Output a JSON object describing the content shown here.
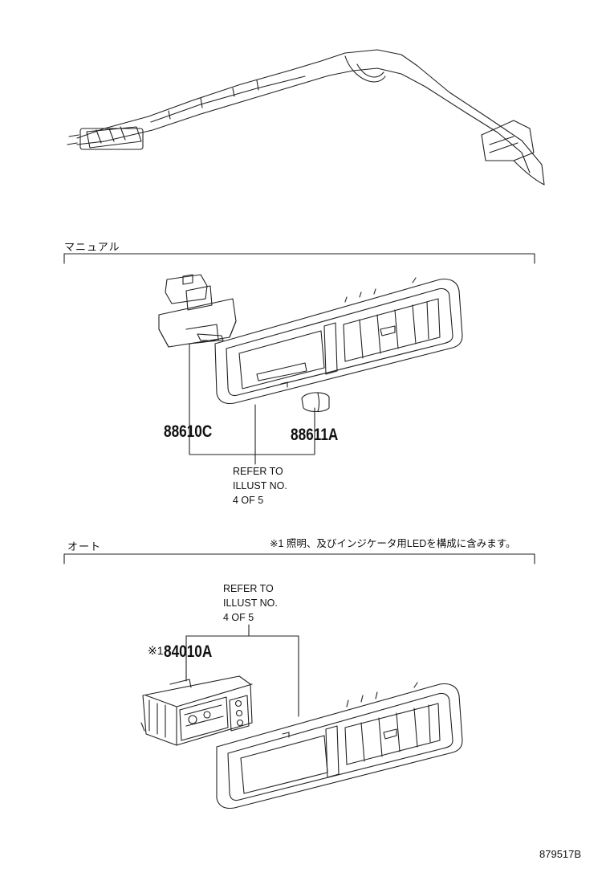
{
  "sections": {
    "manual": {
      "label": "マニュアル"
    },
    "auto": {
      "label": "オート",
      "note": "※1 照明、及びインジケータ用LEDを構成に含みます。"
    }
  },
  "parts": {
    "p88610C": "88610C",
    "p88611A": "88611A",
    "p84010A_prefix": "※1",
    "p84010A": "84010A"
  },
  "refs": {
    "manual": "REFER TO\nILLUST NO.\n4 OF 5",
    "auto": "REFER TO\nILLUST NO.\n4 OF 5"
  },
  "drawing_number": "879517B"
}
